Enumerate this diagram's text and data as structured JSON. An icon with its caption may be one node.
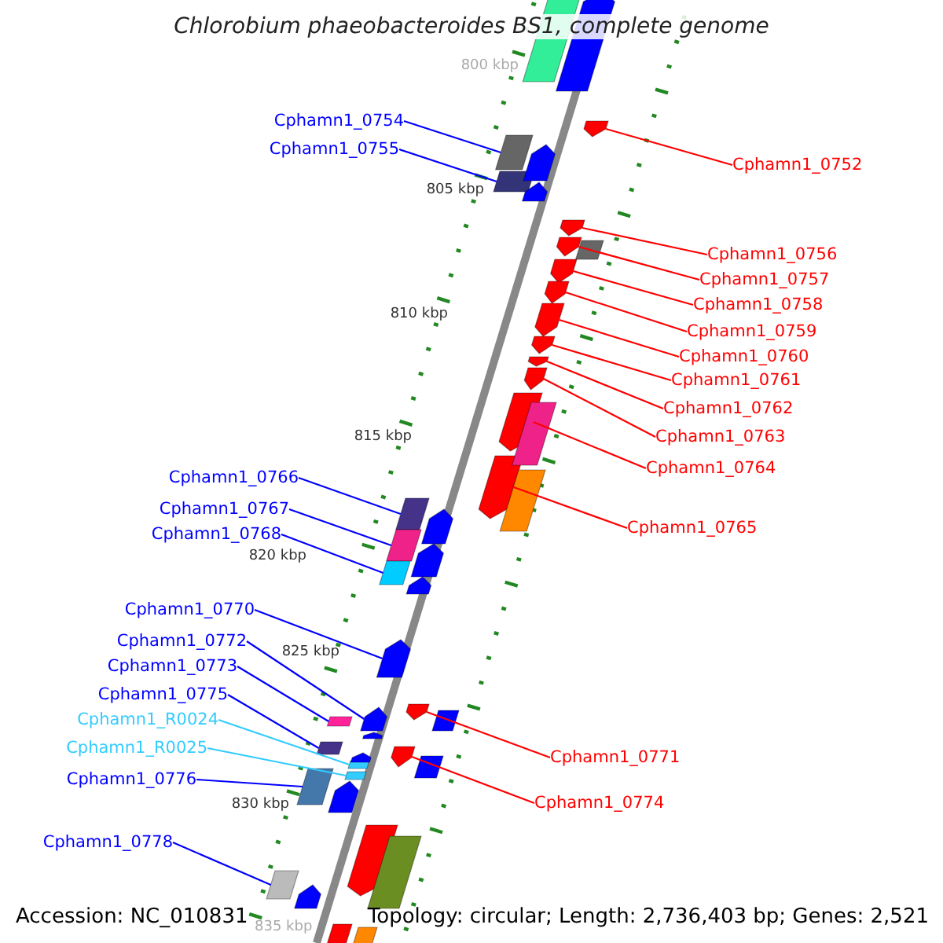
{
  "diagram": {
    "title": "Chlorobium phaeobacteroides BS1, complete genome",
    "nodes": [
      {
        "text": [
          "Cphamn1_0754"
        ]
      },
      {
        "text": [],
        "shape": "box"
      },
      {
        "text": [
          "Cphamn1_0755"
        ]
      },
      {
        "text": [],
        "shape": "box"
      },
      {
        "text": [
          "Cphamn1_0752"
        ]
      },
      {
        "text": [],
        "shape": "pentagon"
      },
      {
        "text": [
          "Cphamn1_0756"
        ]
      },
      {
        "text": [],
        "shape": "pentagon"
      },
      {
        "text": [
          "Cphamn1_0757"
        ]
      },
      {
        "text": [],
        "shape": "pentagon"
      },
      {
        "text": [
          "Cphamn1_0758"
        ]
      },
      {
        "text": [],
        "shape": "pentagon"
      },
      {
        "text": [
          "Cphamn1_0759"
        ]
      },
      {
        "text": [],
        "shape": "pentagon"
      },
      {
        "text": [
          "Cphamn1_0760"
        ]
      },
      {
        "text": [],
        "shape": "pentagon"
      },
      {
        "text": [
          "Cphamn1_0761"
        ]
      },
      {
        "text": [],
        "shape": "pentagon"
      },
      {
        "text": [
          "Cphamn1_0762"
        ]
      },
      {
        "text": [],
        "shape": "pentagon"
      },
      {
        "text": [
          "Cphamn1_0763"
        ]
      },
      {
        "text": [],
        "shape": "pentagon"
      },
      {
        "text": [
          "Cphamn1_0764"
        ]
      },
      {
        "text": [],
        "shape": "pentagon"
      },
      {
        "text": [
          "Cphamn1_0765"
        ]
      },
      {
        "text": [],
        "shape": "pentagon"
      },
      {
        "text": [
          "Cphamn1_0766"
        ]
      },
      {
        "text": [],
        "shape": "box"
      },
      {
        "text": [
          "Cphamn1_0767"
        ]
      },
      {
        "text": [],
        "shape": "box"
      },
      {
        "text": [
          "Cphamn1_0768"
        ]
      },
      {
        "text": [],
        "shape": "box"
      },
      {
        "text": [
          "Cphamn1_0770"
        ]
      },
      {
        "text": [],
        "shape": "pentagon"
      },
      {
        "text": [
          "Cphamn1_0772"
        ]
      },
      {
        "text": [],
        "shape": "pentagon"
      },
      {
        "text": [
          "Cphamn1_0773"
        ]
      },
      {
        "text": [],
        "shape": "box"
      },
      {
        "text": [
          "Cphamn1_0775"
        ]
      },
      {
        "text": [],
        "shape": "box"
      },
      {
        "text": [
          "Cphamn1_R0024"
        ]
      },
      {
        "text": [],
        "shape": "box"
      },
      {
        "text": [
          "Cphamn1_R0025"
        ]
      },
      {
        "text": [],
        "shape": "box"
      },
      {
        "text": [
          "Cphamn1_0771"
        ]
      },
      {
        "text": [],
        "shape": "pentagon"
      },
      {
        "text": [
          "Cphamn1_0776"
        ]
      },
      {
        "text": [],
        "shape": "box"
      },
      {
        "text": [
          "Cphamn1_0774"
        ]
      },
      {
        "text": [],
        "shape": "pentagon"
      },
      {
        "text": [
          "Cphamn1_0778"
        ]
      },
      {
        "text": [],
        "shape": "box"
      },
      {
        "text": [],
        "shape": "box"
      },
      {
        "text": [],
        "shape": "pentagon"
      },
      {
        "text": [],
        "shape": "pentagon"
      },
      {
        "text": [],
        "shape": "pentagon"
      },
      {
        "text": [],
        "shape": "box"
      },
      {
        "text": [],
        "shape": "box"
      },
      {
        "text": [],
        "shape": "box"
      },
      {
        "text": [],
        "shape": "pentagon"
      },
      {
        "text": [],
        "shape": "pentagon"
      },
      {
        "text": [],
        "shape": "pentagon"
      },
      {
        "text": [],
        "shape": "box"
      },
      {
        "text": [],
        "shape": "pentagon"
      },
      {
        "text": [],
        "shape": "pentagon"
      },
      {
        "text": [],
        "shape": "box"
      },
      {
        "text": [],
        "shape": "pentagon"
      },
      {
        "text": [],
        "shape": "pentagon"
      },
      {
        "text": [],
        "shape": "box"
      },
      {
        "text": [],
        "shape": "pentagon"
      },
      {
        "text": [],
        "shape": "pentagon"
      },
      {
        "text": [],
        "shape": "box"
      }
    ],
    "edges": [
      {
        "from": 0,
        "to": 1,
        "arrow": "none",
        "color": "#0000ff"
      },
      {
        "from": 2,
        "to": 3,
        "arrow": "none",
        "color": "#0000ff"
      },
      {
        "from": 4,
        "to": 5,
        "arrow": "none"
      },
      {
        "from": 6,
        "to": 7,
        "arrow": "none"
      },
      {
        "from": 8,
        "to": 9,
        "arrow": "none"
      },
      {
        "from": 10,
        "to": 11,
        "arrow": "none"
      },
      {
        "from": 12,
        "to": 13,
        "arrow": "none"
      },
      {
        "from": 14,
        "to": 15,
        "arrow": "none"
      },
      {
        "from": 16,
        "to": 17,
        "arrow": "none"
      },
      {
        "from": 18,
        "to": 19,
        "arrow": "none"
      },
      {
        "from": 20,
        "to": 21,
        "arrow": "none"
      },
      {
        "from": 22,
        "to": 23,
        "arrow": "none"
      },
      {
        "from": 24,
        "to": 25,
        "arrow": "none"
      },
      {
        "from": 26,
        "to": 27,
        "arrow": "none",
        "color": "#0000ff"
      },
      {
        "from": 28,
        "to": 29,
        "arrow": "none",
        "color": "#0000ff"
      },
      {
        "from": 30,
        "to": 31,
        "arrow": "none",
        "color": "#0000ff"
      },
      {
        "from": 32,
        "to": 33,
        "arrow": "none",
        "color": "#0000ff"
      },
      {
        "from": 34,
        "to": 35,
        "arrow": "none",
        "color": "#0000ff"
      },
      {
        "from": 36,
        "to": 37,
        "arrow": "none",
        "color": "#0000ff"
      },
      {
        "from": 38,
        "to": 39,
        "arrow": "none",
        "color": "#0000ff"
      },
      {
        "from": 40,
        "to": 41,
        "arrow": "none",
        "color": "#33ccff"
      },
      {
        "from": 42,
        "to": 43,
        "arrow": "none",
        "color": "#33ccff"
      },
      {
        "from": 44,
        "to": 45,
        "arrow": "none"
      },
      {
        "from": 46,
        "to": 47,
        "arrow": "none",
        "color": "#0000ff"
      },
      {
        "from": 48,
        "to": 49,
        "arrow": "none"
      },
      {
        "from": 50,
        "to": 51,
        "arrow": "none",
        "color": "#0000ff"
      }
    ],
    "labels": [
      "800 kbp",
      "805 kbp",
      "810 kbp",
      "815 kbp",
      "820 kbp",
      "825 kbp",
      "830 kbp",
      "835 kbp",
      "Accession: NC_010831",
      "Topology: circular; Length: 2,736,403 bp; Genes: 2,521"
    ]
  }
}
